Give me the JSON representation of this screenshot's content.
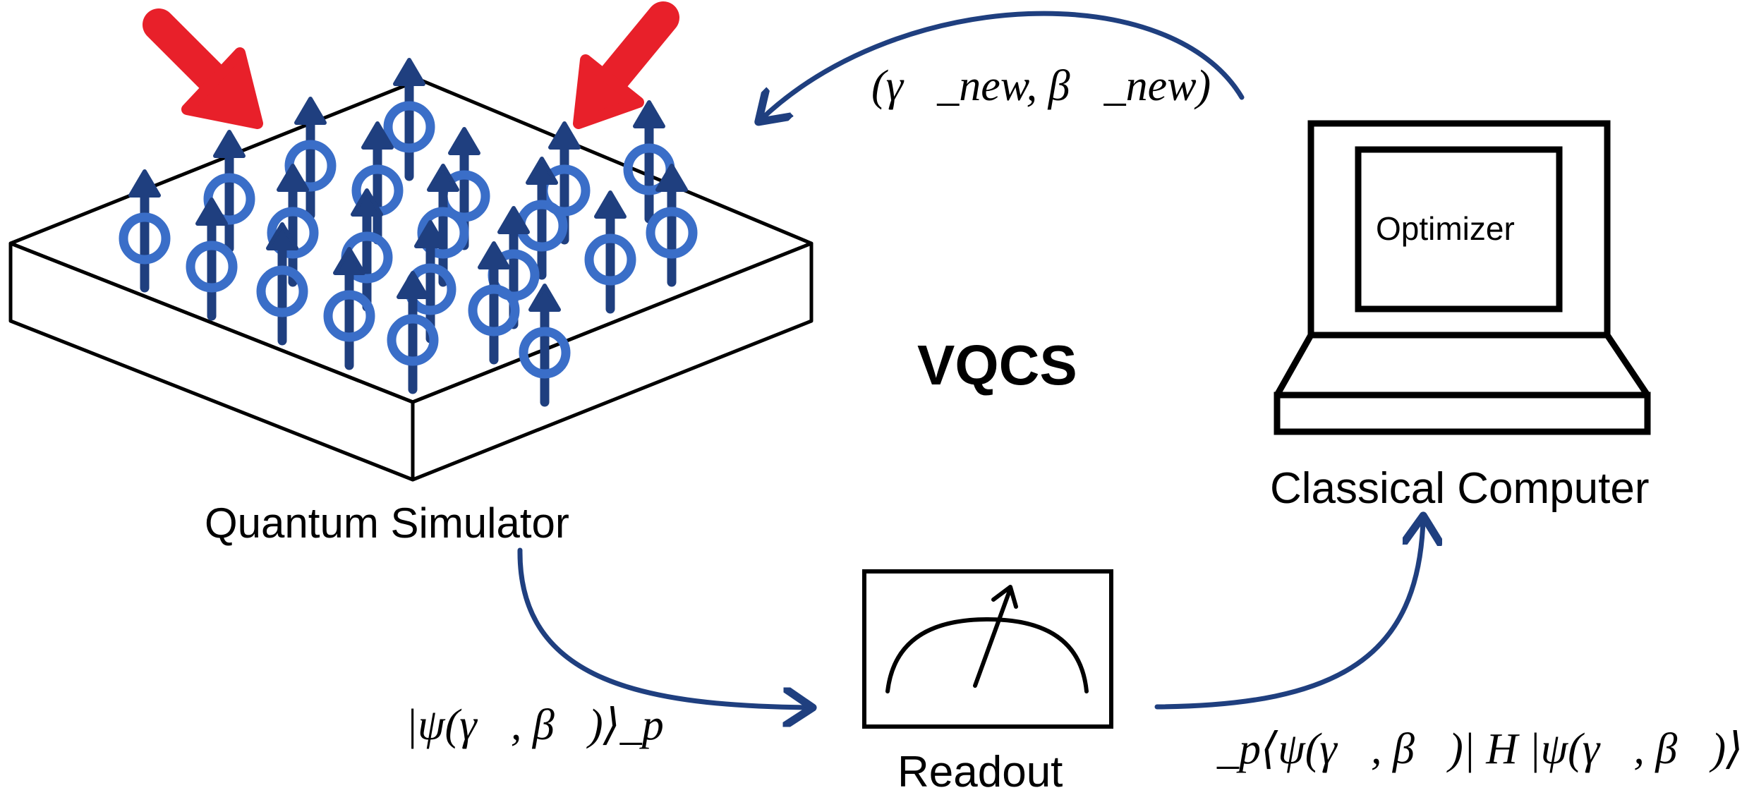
{
  "labels": {
    "quantum_simulator": "Quantum Simulator",
    "classical_computer": "Classical Computer",
    "optimizer": "Optimizer",
    "readout": "Readout",
    "center_title": "VQCS"
  },
  "math": {
    "param_update": "(γ⃗_new, β⃗_new)",
    "state": "|ψ(γ⃗, β⃗)⟩_p",
    "expectation": "_p⟨ψ(γ⃗, β⃗)| H |ψ(γ⃗, β⃗)⟩_p"
  },
  "colors": {
    "flow_arrow": "#1f3f7f",
    "spin_arrow": "#1f3f7f",
    "spin_ring": "#3a6ec8",
    "laser_arrow": "#e8202a",
    "outline": "#000000"
  }
}
